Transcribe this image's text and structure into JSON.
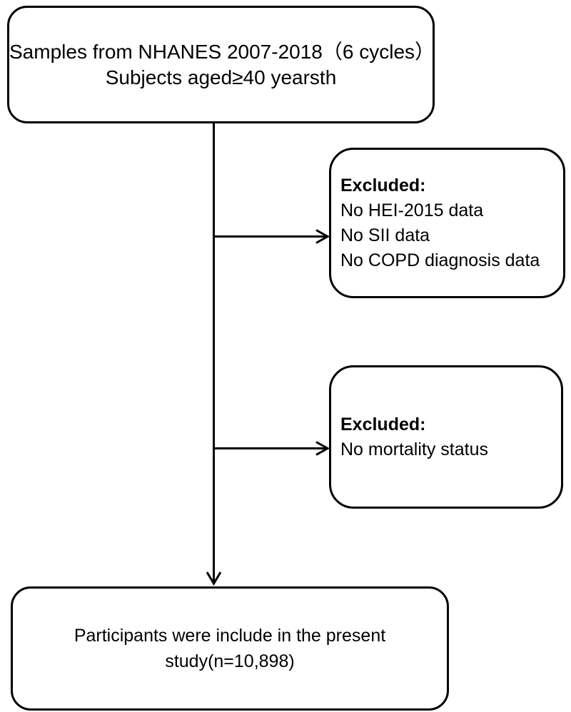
{
  "figure": {
    "background_color": "#ffffff",
    "line_color": "#000000",
    "box_border_color": "#000000",
    "box_fill_color": "#ffffff",
    "text_color": "#000000"
  },
  "boxes": {
    "source": {
      "line1": "Samples from NHANES 2007-2018（6 cycles）",
      "line2": "Subjects aged≥40 yearsth"
    },
    "exclusion1": {
      "title": "Excluded:",
      "items": [
        "No HEI-2015 data",
        "No SII data",
        "No COPD diagnosis data"
      ]
    },
    "exclusion2": {
      "title": "Excluded:",
      "items": [
        "No mortality status"
      ]
    },
    "final": {
      "line1": "Participants were include in the present",
      "line2": "study(n=10,898)"
    }
  }
}
